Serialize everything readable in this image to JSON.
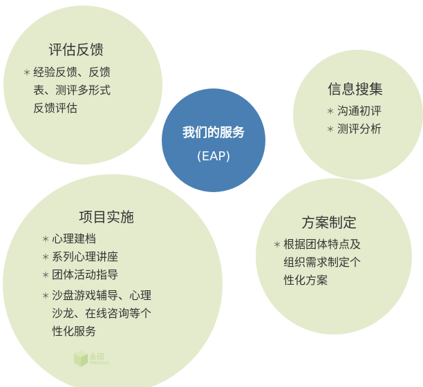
{
  "center": {
    "title": "我们的服务",
    "subtitle": "(EAP)"
  },
  "nodes": [
    {
      "title": "评估反馈",
      "lines": [
        "经验反馈、反馈",
        "表、测评多形式",
        "反馈评估"
      ],
      "bullets": [
        true,
        false,
        false
      ]
    },
    {
      "title": "信息搜集",
      "lines": [
        "沟通初评",
        "测评分析"
      ],
      "bullets": [
        true,
        true
      ]
    },
    {
      "title": "项目实施",
      "lines": [
        "心理建档",
        "系列心理讲座",
        "团体活动指导",
        "沙盘游戏辅导、心理",
        "沙龙、在线咨询等个",
        "性化服务"
      ],
      "bullets": [
        true,
        true,
        true,
        true,
        false,
        false
      ]
    },
    {
      "title": "方案制定",
      "lines": [
        "根据团体特点及",
        "组织需求制定个",
        "性化方案"
      ],
      "bullets": [
        true,
        false,
        false
      ]
    }
  ],
  "watermark": {
    "text": "永硕",
    "sub": "YONGSHUO"
  },
  "colors": {
    "bubble": "#e3ebcc",
    "center": "#4a7fb3",
    "text": "#333333"
  }
}
